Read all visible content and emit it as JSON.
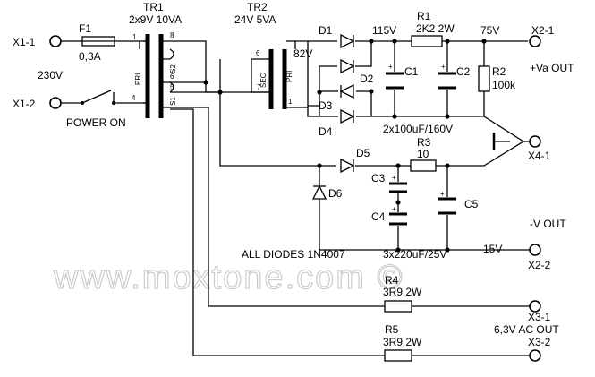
{
  "labels": {
    "x11": "X1-1",
    "x12": "X1-2",
    "f1": "F1",
    "f1_val": "0,3A",
    "v230": "230V",
    "power_on": "POWER ON",
    "tr1": "TR1",
    "tr1_val": "2x9V 10VA",
    "tr2": "TR2",
    "tr2_val": "24V 5VA",
    "p1": "1",
    "p8": "8",
    "p6": "6",
    "p5": "5",
    "p4": "4",
    "pri": "PRI",
    "s1": "S1",
    "s2": "S2",
    "tr2_sec": "SEC",
    "tr2_pri": "PRI",
    "tr2_p6": "6",
    "tr2_p7": "7",
    "tr2_p1": "1",
    "v82": "82V",
    "d1": "D1",
    "d2": "D2",
    "d3": "D3",
    "d4": "D4",
    "d5": "D5",
    "d6": "D6",
    "v115": "115V",
    "r1": "R1",
    "r1_val": "2K2 2W",
    "v75": "75V",
    "c1": "C1",
    "c2": "C2",
    "r2": "R2",
    "r2_val": "100k",
    "x21": "X2-1",
    "va_out": "+Va OUT",
    "c12_val": "2x100uF/160V",
    "x41": "X4-1",
    "r3": "R3",
    "r3_val": "10",
    "c3": "C3",
    "c4": "C4",
    "c5": "C5",
    "v_out": "-V OUT",
    "x22": "X2-2",
    "vneg15": "-15V",
    "c345_val": "3x220uF/25V",
    "diodes_note": "ALL DIODES 1N4007",
    "watermark": "www.moxtone.com ©",
    "r4": "R4",
    "r4_val": "3R9 2W",
    "r5": "R5",
    "r5_val": "3R9 2W",
    "x31": "X3-1",
    "ac_out": "6,3V AC OUT",
    "x32": "X3-2",
    "plus": "+"
  }
}
